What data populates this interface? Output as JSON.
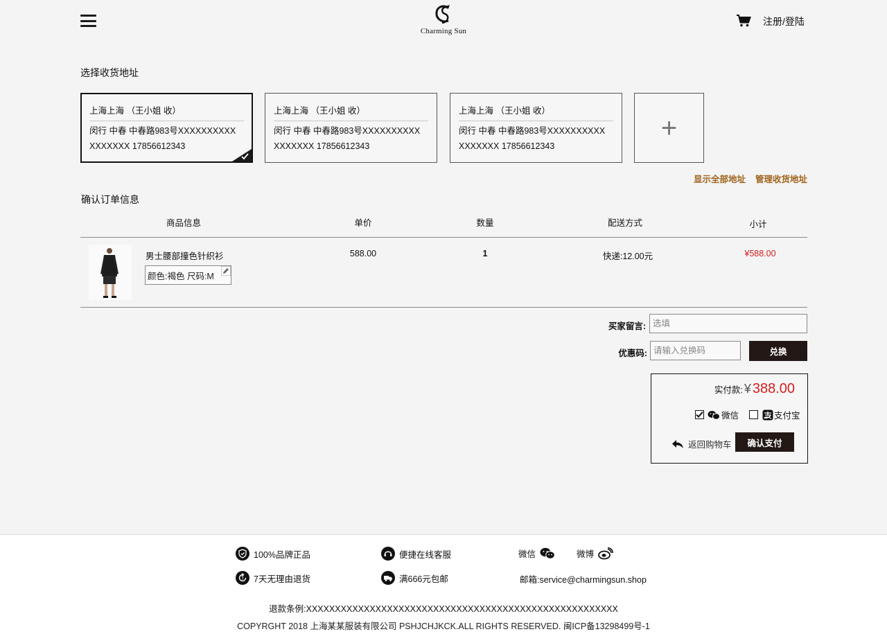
{
  "header": {
    "logo_text": "Charming Sun",
    "login_label": "注册/登陆"
  },
  "address_section": {
    "title": "选择收货地址",
    "cards": [
      {
        "name": "上海上海 （王小姐 收）",
        "line1": "闵行 中春 中春路983号XXXXXXXXXX",
        "line2": "XXXXXXX  17856612343",
        "selected": true
      },
      {
        "name": "上海上海 （王小姐 收）",
        "line1": "闵行 中春 中春路983号XXXXXXXXXX",
        "line2": "XXXXXXX  17856612343",
        "selected": false
      },
      {
        "name": "上海上海 （王小姐 收）",
        "line1": "闵行 中春 中春路983号XXXXXXXXXX",
        "line2": "XXXXXXX  17856612343",
        "selected": false
      }
    ],
    "add_symbol": "+",
    "show_all_label": "显示全部地址",
    "manage_label": "管理收货地址"
  },
  "order_section": {
    "title": "确认订单信息",
    "columns": [
      "商品信息",
      "单价",
      "数量",
      "配送方式",
      "小计"
    ],
    "item": {
      "name": "男士腰部撞色针织衫",
      "spec": "颜色:褐色  尺码:M",
      "price": "588.00",
      "quantity": "1",
      "shipping": "快递:12.00元",
      "subtotal": "¥588.00"
    }
  },
  "message": {
    "label": "买家留言:",
    "placeholder": "选填"
  },
  "coupon": {
    "label": "优惠码:",
    "placeholder": "请输入兑换码",
    "button": "兑换"
  },
  "payment": {
    "label": "实付款:",
    "currency": "¥",
    "amount": "388.00",
    "options": [
      {
        "label": "微信",
        "checked": true
      },
      {
        "label": "支付宝",
        "checked": false
      }
    ],
    "back_label": "返回购物车",
    "confirm_label": "确认支付"
  },
  "footer": {
    "items": {
      "genuine": "100%品牌正品",
      "service": "便捷在线客服",
      "wechat": "微信",
      "weibo": "微博",
      "returns": "7天无理由退货",
      "shipping": "满666元包邮",
      "email": "邮箱:service@charmingsun.shop"
    },
    "refund_terms": "退款条例:XXXXXXXXXXXXXXXXXXXXXXXXXXXXXXXXXXXXXXXXXXXXXXXXXXXXXX",
    "copyright": "COPYRGHT  2018  上海某某服装有限公司  PSHJCHJKCK.ALL  RIGHTS  RESERVED.  闽ICP备13298499号-1"
  },
  "colors": {
    "accent_red": "#d21d1d",
    "link_brown": "#a0641c",
    "button_dark": "#231815"
  }
}
